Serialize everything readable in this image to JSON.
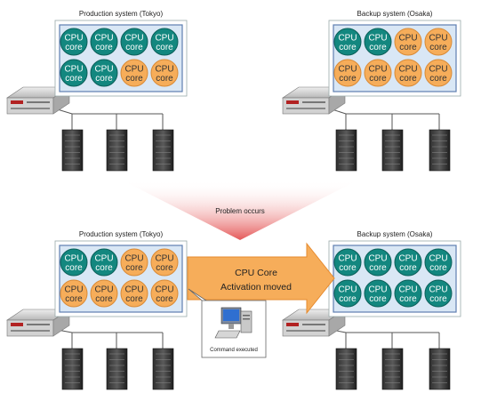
{
  "top": {
    "left_title": "Production system (Tokyo)",
    "right_title": "Backup system (Osaka)",
    "left_cores": [
      "active",
      "active",
      "active",
      "active",
      "active",
      "active",
      "inactive",
      "inactive"
    ],
    "right_cores": [
      "active",
      "active",
      "inactive",
      "inactive",
      "inactive",
      "inactive",
      "inactive",
      "inactive"
    ]
  },
  "transition": {
    "label": "Problem occurs"
  },
  "bottom": {
    "left_title": "Production system (Tokyo)",
    "right_title": "Backup system (Osaka)",
    "left_cores": [
      "active",
      "active",
      "inactive",
      "inactive",
      "inactive",
      "inactive",
      "inactive",
      "inactive"
    ],
    "right_cores": [
      "active",
      "active",
      "active",
      "active",
      "active",
      "active",
      "active",
      "active"
    ]
  },
  "arrow": {
    "line1": "CPU Core",
    "line2": "Activation moved"
  },
  "command": {
    "label": "Command executed"
  },
  "core": {
    "line1": "CPU",
    "line2": "core"
  },
  "colors": {
    "active_fill": "#13877f",
    "inactive_fill": "#f6ad5a",
    "panel_fill": "#d9e7f5",
    "panel_stroke": "#5f7fb0",
    "arrow_fill": "#f6ad5a",
    "triangle": "#e03a3a"
  }
}
